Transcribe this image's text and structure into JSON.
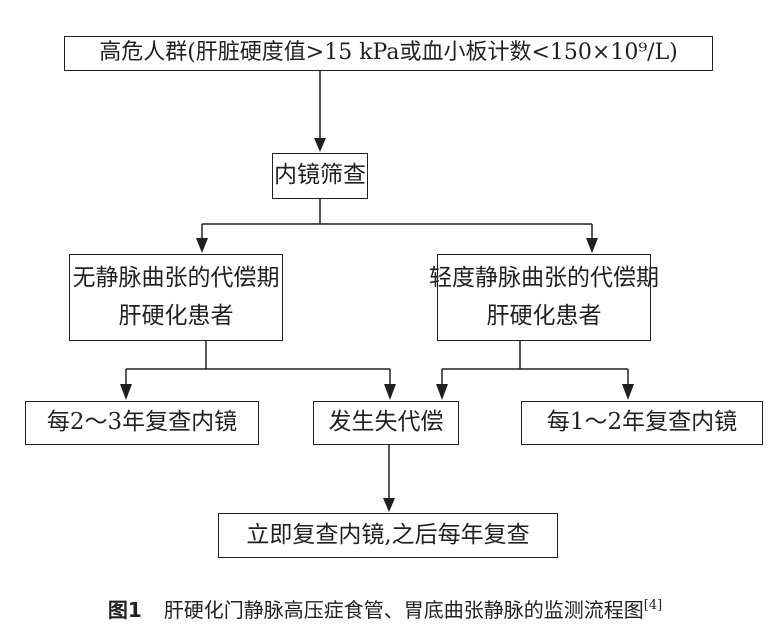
{
  "flowchart": {
    "nodes": {
      "high_risk": {
        "label": "高危人群(肝脏硬度值>15 kPa或血小板计数<150×10⁹/L)"
      },
      "endoscopy_screening": {
        "label": "内镜筛查"
      },
      "no_varices": {
        "line1": "无静脉曲张的代偿期",
        "line2": "肝硬化患者"
      },
      "mild_varices": {
        "line1": "轻度静脉曲张的代偿期",
        "line2": "肝硬化患者"
      },
      "recheck_2_3": {
        "label": "每2～3年复查内镜"
      },
      "decompensation": {
        "label": "发生失代偿"
      },
      "recheck_1_2": {
        "label": "每1～2年复查内镜"
      },
      "immediate": {
        "label": "立即复查内镜,之后每年复查"
      }
    },
    "edges": [
      {
        "from": "high_risk",
        "to": "endoscopy_screening"
      },
      {
        "from": "endoscopy_screening",
        "to": "no_varices"
      },
      {
        "from": "endoscopy_screening",
        "to": "mild_varices"
      },
      {
        "from": "no_varices",
        "to": "recheck_2_3"
      },
      {
        "from": "no_varices",
        "to": "decompensation"
      },
      {
        "from": "mild_varices",
        "to": "decompensation"
      },
      {
        "from": "mild_varices",
        "to": "recheck_1_2"
      },
      {
        "from": "decompensation",
        "to": "immediate"
      }
    ],
    "line_color": "#231f20"
  },
  "caption": {
    "figure_label": "图1",
    "title": "肝硬化门静脉高压症食管、胃底曲张静脉的监测流程图",
    "reference": "[4]"
  }
}
